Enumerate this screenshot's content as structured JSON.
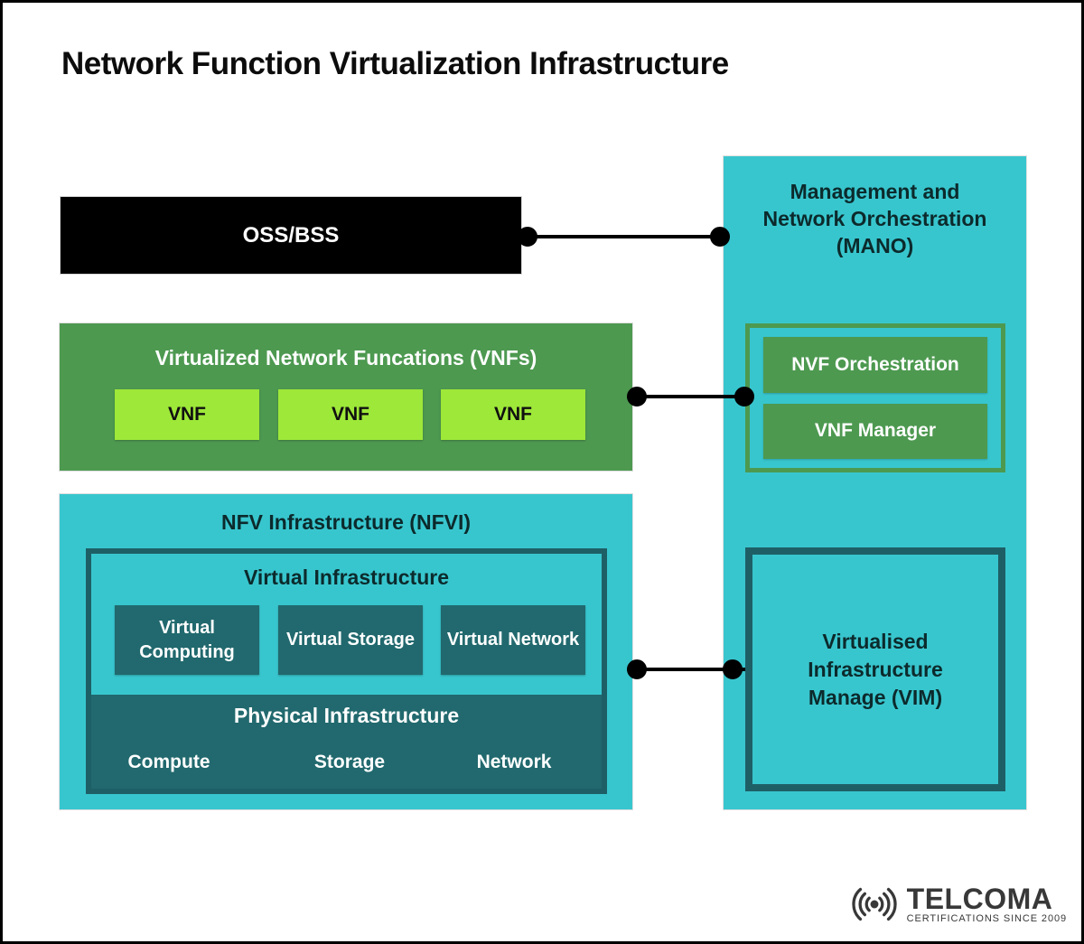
{
  "page": {
    "title": "Network Function Virtualization Infrastructure"
  },
  "colors": {
    "teal": "#38c6ce",
    "dark_teal": "#21696e",
    "frame_border": "#1e5f66",
    "green": "#4d9950",
    "lime": "#9ee839",
    "black_box": "#000000",
    "logo_gray": "#383838"
  },
  "diagram": {
    "oss_bss": {
      "label": "OSS/BSS"
    },
    "vnfs": {
      "title": "Virtualized Network Funcations (VNFs)",
      "items": [
        "VNF",
        "VNF",
        "VNF"
      ]
    },
    "nfvi": {
      "title": "NFV Infrastructure (NFVI)",
      "virtual_infrastructure": {
        "title": "Virtual Infrastructure",
        "items": [
          "Virtual Computing",
          "Virtual Storage",
          "Virtual Network"
        ]
      },
      "physical_infrastructure": {
        "title": "Physical Infrastructure",
        "items": [
          "Compute",
          "Storage",
          "Network"
        ]
      }
    },
    "mano": {
      "title_lines": [
        "Management and",
        "Network Orchestration",
        "(MANO)"
      ],
      "orchestration_group": {
        "items": [
          "NVF Orchestration",
          "VNF Manager"
        ]
      },
      "vim": {
        "label_lines": [
          "Virtualised",
          "Infrastructure",
          "Manage (VIM)"
        ]
      }
    }
  },
  "logo": {
    "name": "TELCOMA",
    "tagline": "CERTIFICATIONS SINCE 2009"
  }
}
